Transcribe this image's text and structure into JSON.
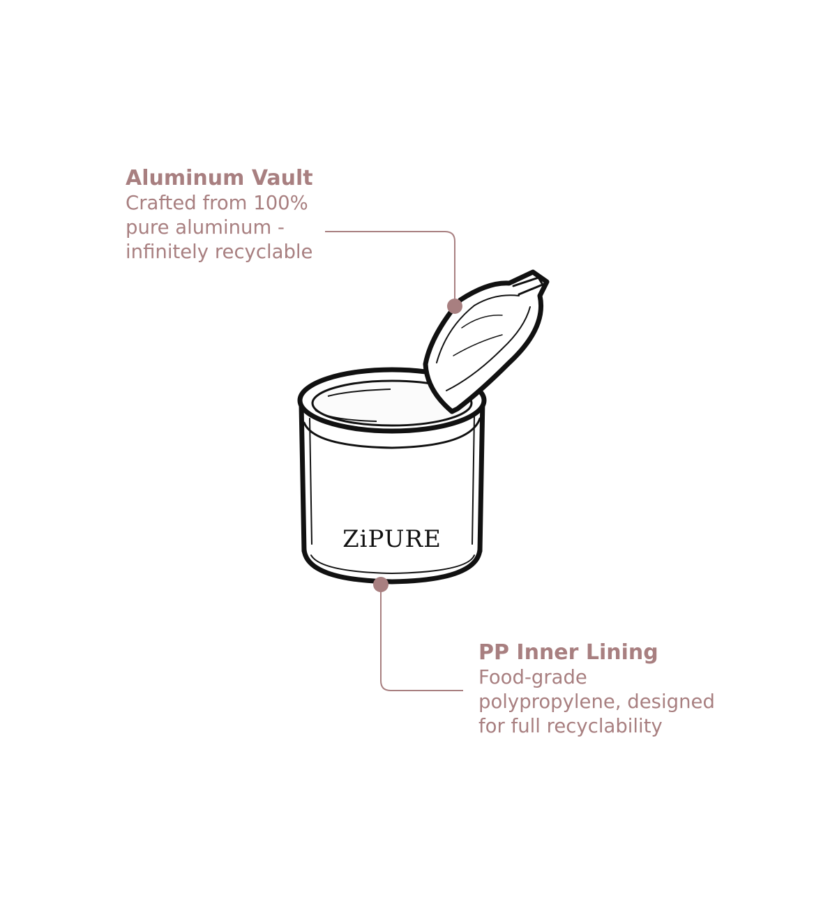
{
  "callouts": {
    "aluminum": {
      "title": "Aluminum Vault",
      "description": "Crafted from 100%\npure aluminum -\ninfinitely recyclable"
    },
    "pp_lining": {
      "title": "PP Inner Lining",
      "description": "Food-grade\npolypropylene, designed\nfor full recyclability"
    }
  },
  "product": {
    "brand": "ZiPURE"
  },
  "colors": {
    "accent": "#a87f80",
    "ink": "#111111",
    "background": "#ffffff"
  }
}
